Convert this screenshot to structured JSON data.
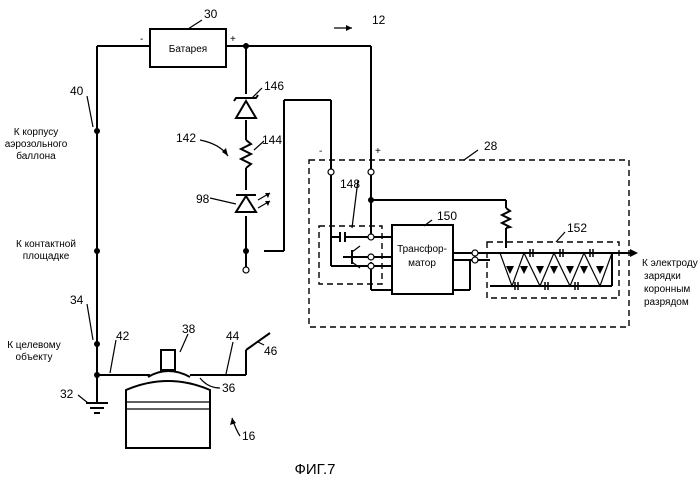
{
  "figure_caption": "ФИГ.7",
  "blocks": {
    "battery": "Батарея",
    "transformer_line1": "Трансфор-",
    "transformer_line2": "матор"
  },
  "signs": {
    "battery_minus": "-",
    "battery_plus": "+",
    "module_minus": "-",
    "module_plus": "+"
  },
  "side_labels": {
    "housing": [
      "К корпусу",
      "аэрозольного",
      "баллона"
    ],
    "contact": [
      "К контактной",
      "площадке"
    ],
    "target": [
      "К целевому",
      "объекту"
    ],
    "electrode": [
      "К электроду",
      "зарядки",
      "коронным",
      "разрядом"
    ]
  },
  "ref_numbers": {
    "n30": "30",
    "n12": "12",
    "n146": "146",
    "n142": "142",
    "n144": "144",
    "n28": "28",
    "n148": "148",
    "n150": "150",
    "n152": "152",
    "n98": "98",
    "n40": "40",
    "n34": "34",
    "n42": "42",
    "n38": "38",
    "n44": "44",
    "n46": "46",
    "n36": "36",
    "n32": "32",
    "n16": "16"
  },
  "icons": [
    "ground-symbol",
    "zener-diode",
    "led-diode",
    "resistor",
    "capacitor",
    "transistor",
    "switch",
    "spray-can"
  ]
}
